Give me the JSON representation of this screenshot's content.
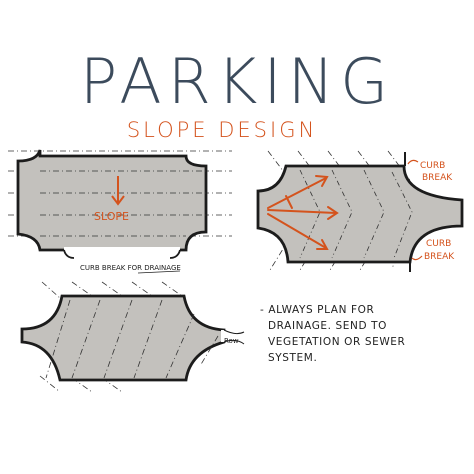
{
  "title": "PARKING",
  "subtitle": "SLOPE DESIGN",
  "colors": {
    "title": "#3c4b5c",
    "accent": "#d4531d",
    "paving": "#c3c1bd",
    "ink": "#222222"
  },
  "diagram1": {
    "slope_label": "SLOPE",
    "curb_break_label": "CURB BREAK FOR DRAINAGE"
  },
  "diagram2": {
    "curb_label_top_line1": "CURB",
    "curb_label_top_line2": "BREAK",
    "curb_label_bottom_line1": "CURB",
    "curb_label_bottom_line2": "BREAK"
  },
  "diagram3": {
    "flow_label": "Row"
  },
  "note": {
    "lines": [
      "- ALWAYS PLAN FOR",
      "DRAINAGE. SEND TO",
      "VEGETATION OR SEWER",
      "SYSTEM."
    ]
  }
}
